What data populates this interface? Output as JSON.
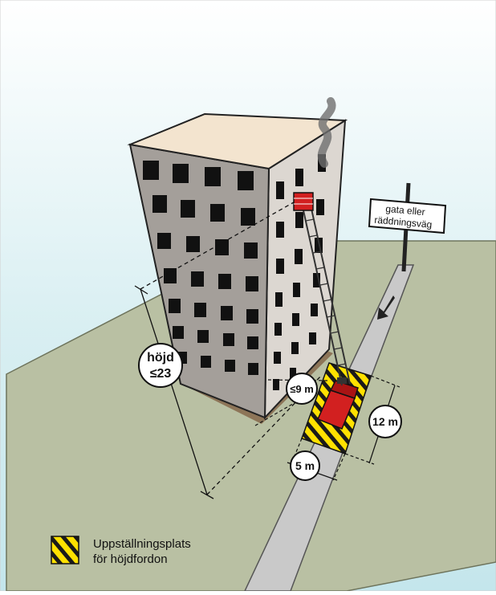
{
  "colors": {
    "sky_top": "#ffffff",
    "sky_bottom": "#c9e8ee",
    "ground": "#b9c0a3",
    "road": "#c8c8c8",
    "building_front": "#a49f9a",
    "building_side": "#dcd7d1",
    "building_top": "#f3e4cf",
    "window": "#111111",
    "truck": "#d22020",
    "ladder": "#444444",
    "hatch_yellow": "#ffe100",
    "label_bg": "#ffffff"
  },
  "labels": {
    "height_line1": "höjd",
    "height_line2": "≤23",
    "dist_max": "≤9 m",
    "pad_length": "12 m",
    "pad_width": "5 m"
  },
  "sign": {
    "line1": "gata eller",
    "line2": "räddningsväg"
  },
  "legend": {
    "line1": "Uppställningsplats",
    "line2": "för höjdfordon"
  },
  "icons": {
    "direction": "arrow-down-left-icon",
    "smoke": "smoke-icon"
  }
}
